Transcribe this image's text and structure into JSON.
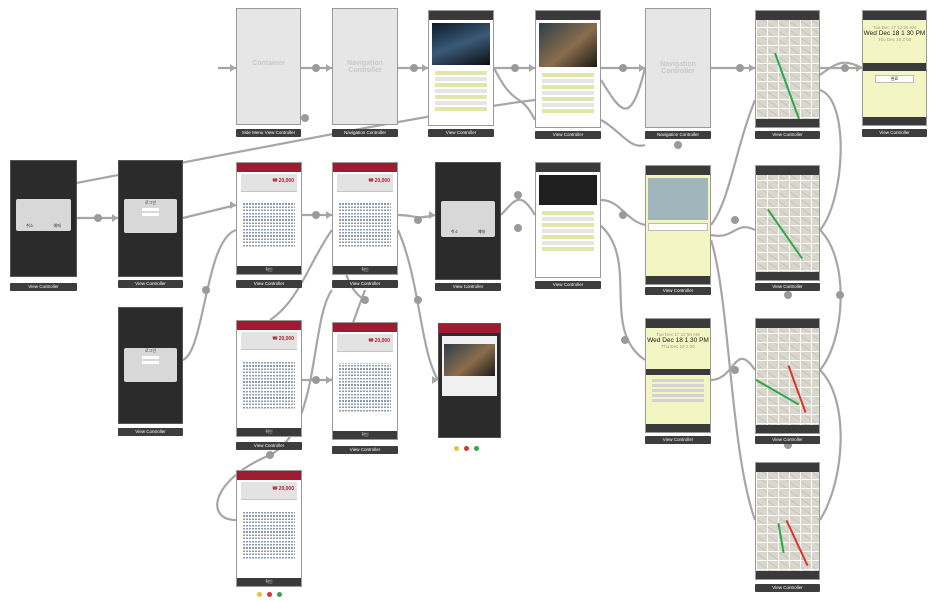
{
  "captions": {
    "side_menu": "Side Menu View Controller",
    "navigation": "Navigation Controller",
    "view": "View Controller"
  },
  "labels": {
    "container": "Container",
    "navigation": "Navigation Controller"
  },
  "seat_screen": {
    "price": "₩ 20,000",
    "confirm": "확인"
  },
  "picker": {
    "row_prev": "Tue Dec 17  12  50  AM",
    "row_sel": "Wed Dec 18   1   30  PM",
    "row_next": "Thu Dec 19   2   00",
    "done": "완료"
  },
  "dialog_texts": {
    "cancel": "취소",
    "ok": "예매",
    "login": "로그인"
  },
  "colors": {
    "accent": "#9e1b32",
    "connector": "#a6a6a6",
    "map_route": "#2da84a",
    "map_route_alt": "#d9362b",
    "picker_bg": "#f3f5c3"
  },
  "icons": {
    "segue_node": "circle-icon",
    "nav_arrow": "arrow-icon"
  }
}
